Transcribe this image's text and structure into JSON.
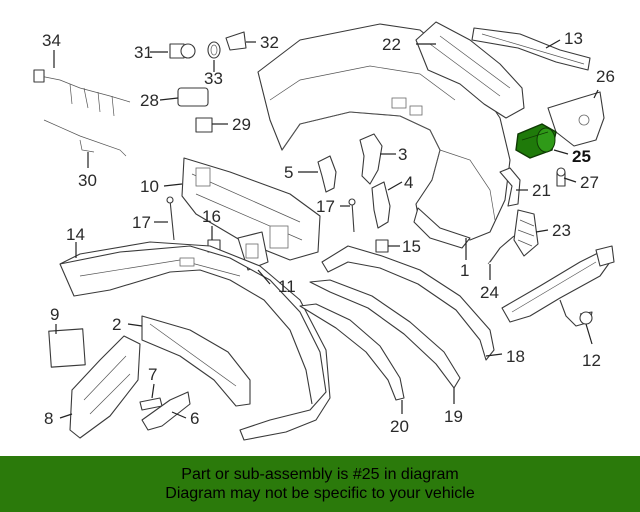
{
  "parts": [
    {
      "number": "1",
      "highlighted": false
    },
    {
      "number": "2",
      "highlighted": false
    },
    {
      "number": "3",
      "highlighted": false
    },
    {
      "number": "4",
      "highlighted": false
    },
    {
      "number": "5",
      "highlighted": false
    },
    {
      "number": "6",
      "highlighted": false
    },
    {
      "number": "7",
      "highlighted": false
    },
    {
      "number": "8",
      "highlighted": false
    },
    {
      "number": "9",
      "highlighted": false
    },
    {
      "number": "10",
      "highlighted": false
    },
    {
      "number": "11",
      "highlighted": false
    },
    {
      "number": "12",
      "highlighted": false
    },
    {
      "number": "13",
      "highlighted": false
    },
    {
      "number": "14",
      "highlighted": false
    },
    {
      "number": "15",
      "highlighted": false
    },
    {
      "number": "16",
      "highlighted": false
    },
    {
      "number": "17",
      "highlighted": false
    },
    {
      "number": "18",
      "highlighted": false
    },
    {
      "number": "19",
      "highlighted": false
    },
    {
      "number": "20",
      "highlighted": false
    },
    {
      "number": "21",
      "highlighted": false
    },
    {
      "number": "22",
      "highlighted": false
    },
    {
      "number": "23",
      "highlighted": false
    },
    {
      "number": "24",
      "highlighted": false
    },
    {
      "number": "25",
      "highlighted": true
    },
    {
      "number": "26",
      "highlighted": false
    },
    {
      "number": "27",
      "highlighted": false
    },
    {
      "number": "28",
      "highlighted": false
    },
    {
      "number": "29",
      "highlighted": false
    },
    {
      "number": "30",
      "highlighted": false
    },
    {
      "number": "31",
      "highlighted": false
    },
    {
      "number": "32",
      "highlighted": false
    },
    {
      "number": "33",
      "highlighted": false
    },
    {
      "number": "34",
      "highlighted": false
    }
  ],
  "highlight_color": "#1f7a0a",
  "banner": {
    "line1": "Part or sub-assembly is #25 in diagram",
    "line2": "Diagram may not be specific to your vehicle",
    "background": "#2b7a0b"
  }
}
